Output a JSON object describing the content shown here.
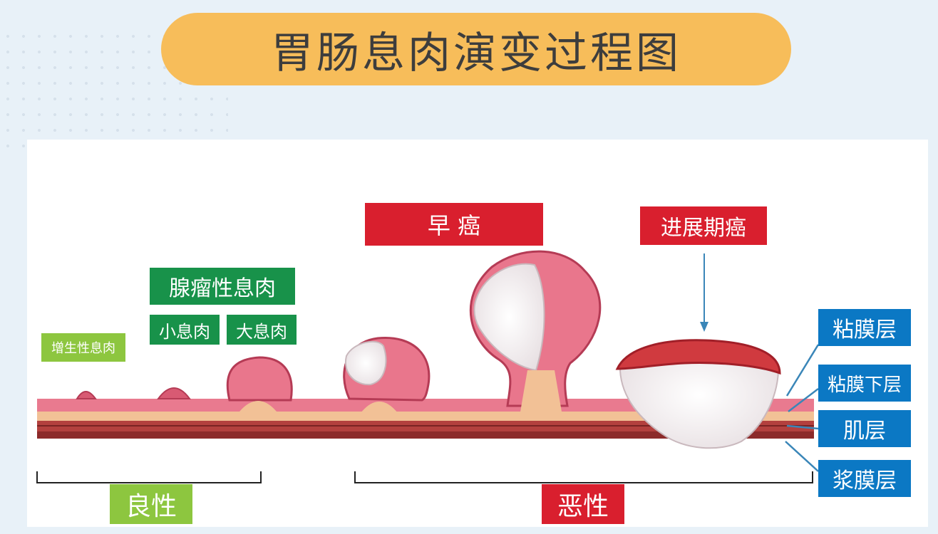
{
  "title": "胃肠息肉演变过程图",
  "stages": {
    "hyperplastic": "增生性息肉",
    "adenomatous": "腺瘤性息肉",
    "small_polyp": "小息肉",
    "large_polyp": "大息肉",
    "early_cancer": "早 癌",
    "advanced_cancer": "进展期癌"
  },
  "layers": {
    "mucosa": "粘膜层",
    "submucosa": "粘膜下层",
    "muscle": "肌层",
    "serosa": "浆膜层"
  },
  "categories": {
    "benign": "良性",
    "malignant": "恶性"
  },
  "colors": {
    "title_bg": "#f7bd5a",
    "benign_green": "#18924a",
    "hyperplastic_green": "#8dc63f",
    "malignant_red": "#d91f2e",
    "layer_blue": "#0b78c4",
    "mucosa_pink": "#e97a8f",
    "submucosa_tan": "#f2c196",
    "muscle_red": "#9d2d2c"
  }
}
